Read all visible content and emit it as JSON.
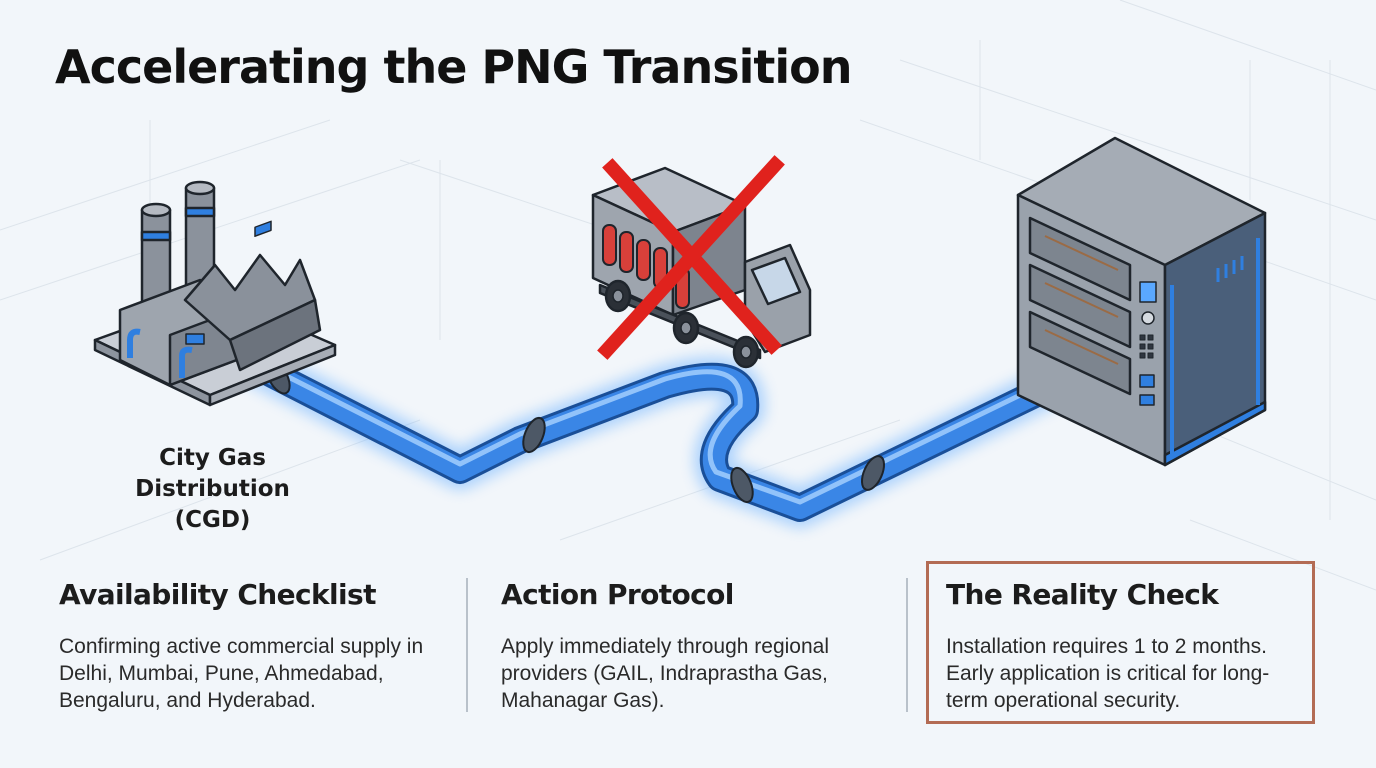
{
  "title": "Accelerating the PNG Transition",
  "source": {
    "label_line1": "City Gas Distribution",
    "label_line2": "(CGD)"
  },
  "icons": [
    "factory-icon",
    "gas-cylinder-truck-icon",
    "prohibited-x-icon",
    "commercial-oven-icon",
    "gas-pipeline-icon"
  ],
  "columns": [
    {
      "heading": "Availability Checklist",
      "body": "Confirming active commercial supply in Delhi, Mumbai, Pune, Ahmedabad, Bengaluru, and Hyderabad."
    },
    {
      "heading": "Action Protocol",
      "body": "Apply immediately through regional providers (GAIL, Indraprastha Gas, Mahanagar Gas)."
    },
    {
      "heading": "The Reality Check",
      "body": "Installation requires 1 to 2 months. Early application is critical for long-term operational security."
    }
  ],
  "colors": {
    "pipe": "#3a86e6",
    "pipe_glow": "#5aa8ff",
    "cross": "#e0221d",
    "highlight_border": "#b36b54",
    "cylinder": "#d8403a"
  }
}
